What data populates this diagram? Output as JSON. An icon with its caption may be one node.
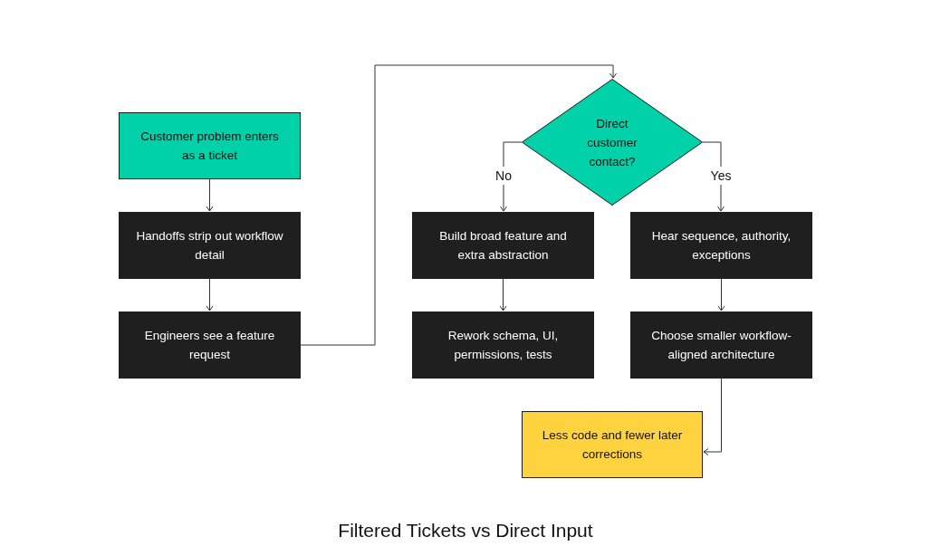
{
  "diagram": {
    "title": "Filtered Tickets vs Direct Input",
    "nodes": [
      {
        "text": [
          "Customer problem enters as a ticket"
        ]
      },
      {
        "text": [
          "Handoffs strip out workflow detail"
        ]
      },
      {
        "text": [
          "Engineers see a feature request"
        ]
      },
      {
        "text": [
          "Direct customer contact?"
        ]
      },
      {
        "text": [
          "Build broad feature and extra abstraction"
        ]
      },
      {
        "text": [
          "Rework schema, UI, permissions, tests"
        ]
      },
      {
        "text": [
          "Hear sequence, authority, exceptions"
        ]
      },
      {
        "text": [
          "Choose smaller workflow-aligned architecture"
        ]
      },
      {
        "text": [
          "Less code and fewer later corrections"
        ]
      }
    ],
    "edges": [
      {
        "from": 0,
        "to": 1,
        "arrow": "to"
      },
      {
        "from": 1,
        "to": 2,
        "arrow": "to"
      },
      {
        "from": 2,
        "to": 3,
        "arrow": "to"
      },
      {
        "from": 3,
        "to": 4,
        "arrow": "to",
        "label": "No"
      },
      {
        "from": 3,
        "to": 6,
        "arrow": "to",
        "label": "Yes"
      },
      {
        "from": 4,
        "to": 5,
        "arrow": "to"
      },
      {
        "from": 6,
        "to": 7,
        "arrow": "to"
      },
      {
        "from": 7,
        "to": 8,
        "arrow": "to"
      }
    ]
  }
}
